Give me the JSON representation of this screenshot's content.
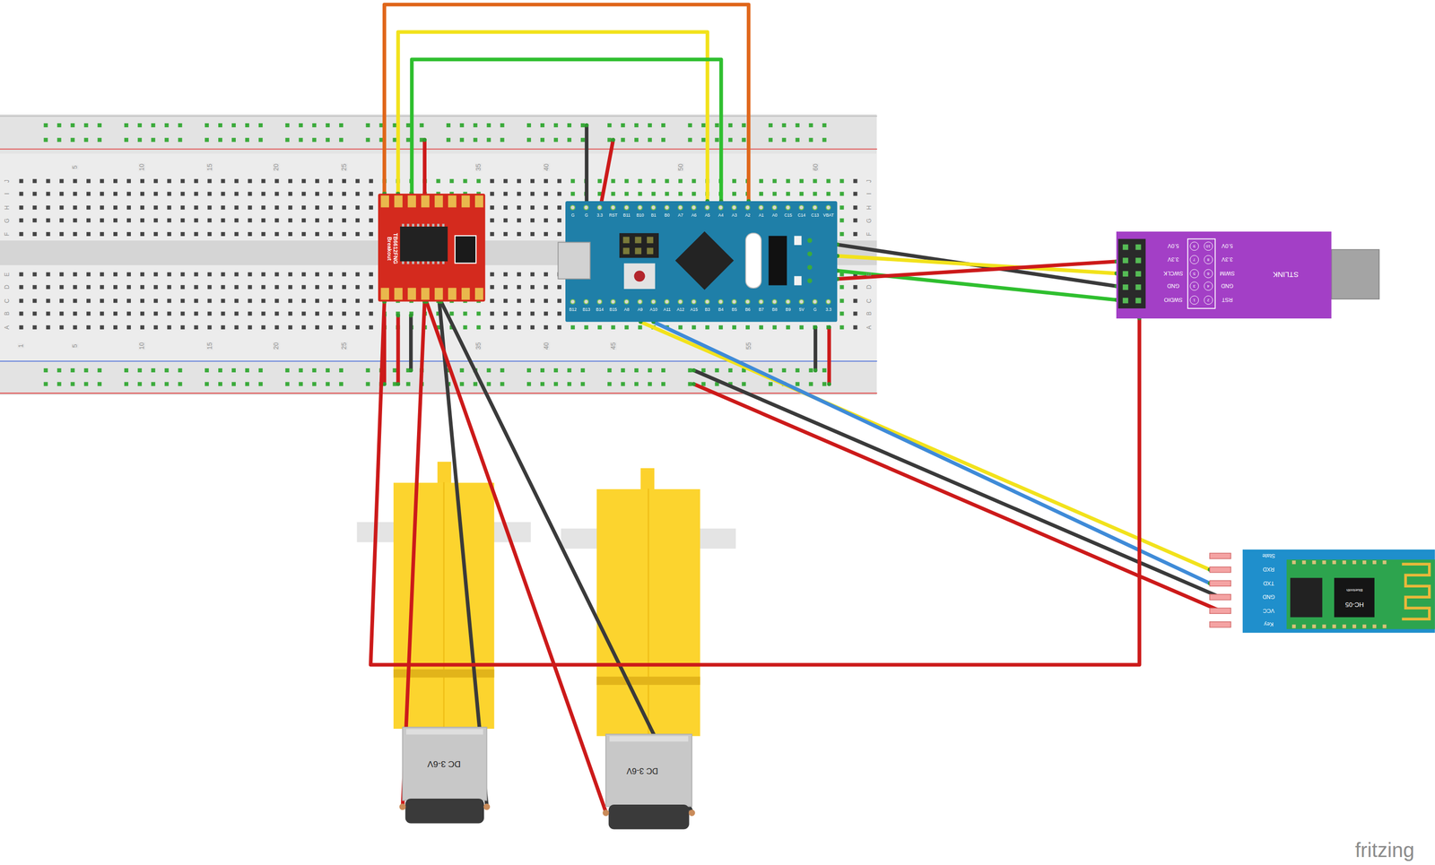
{
  "diagram": {
    "nodes": [
      {
        "text": [
          "TB6612FNG Breakout"
        ]
      },
      {
        "text": [
          "G",
          "G",
          "3.3",
          "RST",
          "B11",
          "B10",
          "B1",
          "B0",
          "A7",
          "A6",
          "A5",
          "A4",
          "A3",
          "A2",
          "A1",
          "A0",
          "C15",
          "C14",
          "C13",
          "VBAT",
          "B12",
          "B13",
          "B14",
          "B15",
          "A8",
          "A9",
          "A10",
          "A11",
          "A12",
          "A15",
          "B3",
          "B4",
          "B5",
          "B6",
          "B7",
          "B8",
          "B9",
          "5V",
          "G",
          "3.3"
        ]
      },
      {
        "text": [
          "5.0V",
          "3.3V",
          "SWCLK",
          "GND",
          "SWDIO",
          "9",
          "7",
          "5",
          "3",
          "1",
          "10",
          "8",
          "6",
          "4",
          "2",
          "5.0V",
          "3.3V",
          "SWIM",
          "GND",
          "RST",
          "STLINK"
        ]
      },
      {
        "text": [
          "State",
          "RXD",
          "TXD",
          "GND",
          "VCC",
          "Key",
          "HC-05",
          "Bluetooth"
        ]
      },
      {
        "text": [
          "DC 3-6V"
        ]
      },
      {
        "text": [
          "DC 3-6V"
        ]
      }
    ],
    "edges": [
      {
        "from": 0,
        "to": 1,
        "arrow": "none"
      },
      {
        "from": 0,
        "to": 1,
        "arrow": "none"
      },
      {
        "from": 0,
        "to": 1,
        "arrow": "none"
      },
      {
        "from": 1,
        "to": 2,
        "arrow": "none"
      },
      {
        "from": 1,
        "to": 2,
        "arrow": "none"
      },
      {
        "from": 1,
        "to": 2,
        "arrow": "none"
      },
      {
        "from": 1,
        "to": 2,
        "arrow": "none"
      },
      {
        "from": 1,
        "to": 3,
        "arrow": "none"
      },
      {
        "from": 1,
        "to": 3,
        "arrow": "none"
      },
      {
        "from": 0,
        "to": 4,
        "arrow": "none"
      },
      {
        "from": 0,
        "to": 4,
        "arrow": "none"
      },
      {
        "from": 0,
        "to": 5,
        "arrow": "none"
      },
      {
        "from": 0,
        "to": 5,
        "arrow": "none"
      },
      {
        "from": 2,
        "to": 0,
        "arrow": "none"
      }
    ],
    "labels": [
      "5",
      "10",
      "15",
      "20",
      "25",
      "35",
      "40",
      "50",
      "60",
      "J",
      "I",
      "H",
      "G",
      "F",
      "J",
      "I",
      "H",
      "G",
      "F",
      "E",
      "D",
      "C",
      "B",
      "A",
      "E",
      "D",
      "C",
      "B",
      "A",
      "1",
      "5",
      "10",
      "15",
      "20",
      "25",
      "35",
      "40",
      "45",
      "55",
      "fritzing"
    ]
  }
}
